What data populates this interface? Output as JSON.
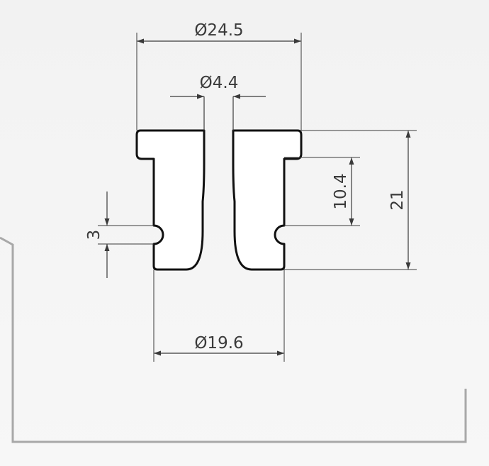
{
  "dimensions": {
    "outer_diameter": "Ø24.5",
    "bore_diameter": "Ø4.4",
    "base_diameter": "Ø19.6",
    "total_height": "21",
    "flange_gap": "10.4",
    "groove_width": "3"
  },
  "colors": {
    "background": "#f4f4f4",
    "outline": "#111111",
    "dimension": "#3a3a3a",
    "border": "#a8a8a8"
  }
}
